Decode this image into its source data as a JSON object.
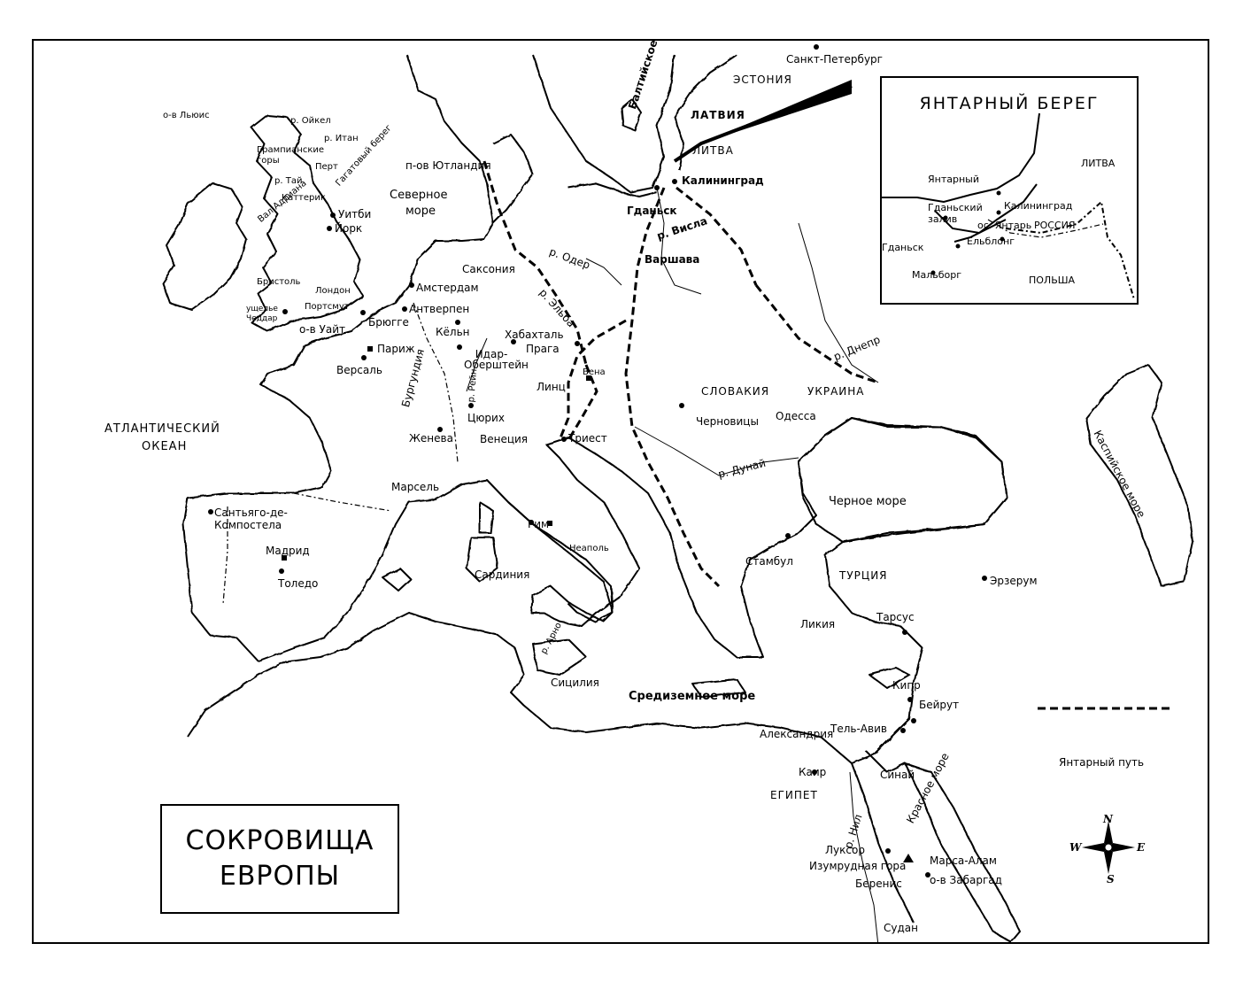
{
  "title": {
    "line1": "СОКРОВИЩА",
    "line2": "ЕВРОПЫ"
  },
  "inset": {
    "title": "ЯНТАРНЫЙ БЕРЕГ",
    "labels": [
      "ЛИТВА",
      "Янтарный",
      "Гданьский залив",
      "Калининград",
      "ос. Янтарь",
      "РОССИЯ",
      "Гданьск",
      "Ельблонг",
      "Мальборг",
      "ПОЛЬША"
    ]
  },
  "legend": {
    "amber_route": "Янтарный путь"
  },
  "compass": {
    "n": "N",
    "e": "E",
    "s": "S",
    "w": "W"
  },
  "labels": {
    "spb": "Санкт-Петербург",
    "estonia": "ЭСТОНИЯ",
    "latvia": "ЛАТВИЯ",
    "lithuania": "ЛИТВА",
    "kaliningrad": "Калининград",
    "gdansk": "Гданьск",
    "vistula": "р. Висла",
    "warsaw": "Варшава",
    "baltic": "Балтийское море",
    "lewis": "о-в Льюис",
    "oykel": "р. Ойкел",
    "itan": "р. Итан",
    "grampian": "Грампианские горы",
    "perth": "Перт",
    "tay": "р. Тай",
    "gagat": "Гагатовый берег",
    "hadrian": "Вал Адриана",
    "catterick": "Каттерик",
    "whitby": "Уитби",
    "york": "Йорк",
    "bristol": "Бристоль",
    "london": "Лондон",
    "cheddar": "ущелье Чеддар",
    "portsmouth": "Портсмут",
    "wight": "о-в Уайт",
    "jutland": "п-ов Ютландия",
    "northsea1": "Северное",
    "northsea2": "море",
    "saxony": "Саксония",
    "oder": "р. Одер",
    "elbe": "р. Эльба",
    "amsterdam": "Амстердам",
    "antwerp": "Антверпен",
    "bruges": "Брюгге",
    "cologne": "Кёльн",
    "paris": "Париж",
    "versailles": "Версаль",
    "idar": "Идар-Оберштейн",
    "habachtal": "Хабахталь",
    "prague": "Прага",
    "burgundy": "Бургундия",
    "rhine": "р. Рейн",
    "linz": "Линц",
    "vienna": "Вена",
    "zurich": "Цюрих",
    "geneva": "Женева",
    "venice": "Венеция",
    "trieste": "Триест",
    "atlantic1": "АТЛАНТИЧЕСКИЙ",
    "atlantic2": "ОКЕАН",
    "marseille": "Марсель",
    "santiago": "Сантьяго-де-Компостела",
    "madrid": "Мадрид",
    "toledo": "Толедо",
    "rome": "Рим",
    "naples": "Неаполь",
    "sardinia": "Сардиния",
    "arno": "р. Арно",
    "sicily": "Сицилия",
    "med": "Средиземное море",
    "slovakia": "СЛОВАКИЯ",
    "ukraine": "УКРАИНА",
    "chernovitsy": "Черновицы",
    "odessa": "Одесса",
    "dnieper": "р. Днепр",
    "danube": "р. Дунай",
    "blacksea": "Черное море",
    "caspian": "Каспийское море",
    "istanbul": "Стамбул",
    "turkey": "ТУРЦИЯ",
    "erzurum": "Эрзерум",
    "lycia": "Ликия",
    "tarsus": "Тарсус",
    "cyprus": "Кипр",
    "beirut": "Бейрут",
    "alexandria": "Александрия",
    "telaviv": "Тель-Авив",
    "cairo": "Каир",
    "sinai": "Синай",
    "egypt": "ЕГИПЕТ",
    "nile": "р. Нил",
    "redsea": "Красное море",
    "luxor": "Луксор",
    "emerald": "Изумрудная гора",
    "marsa": "Марса-Алам",
    "zabargad": "о-в Забаргад",
    "berenice": "Беренис",
    "sudan": "Судан"
  }
}
